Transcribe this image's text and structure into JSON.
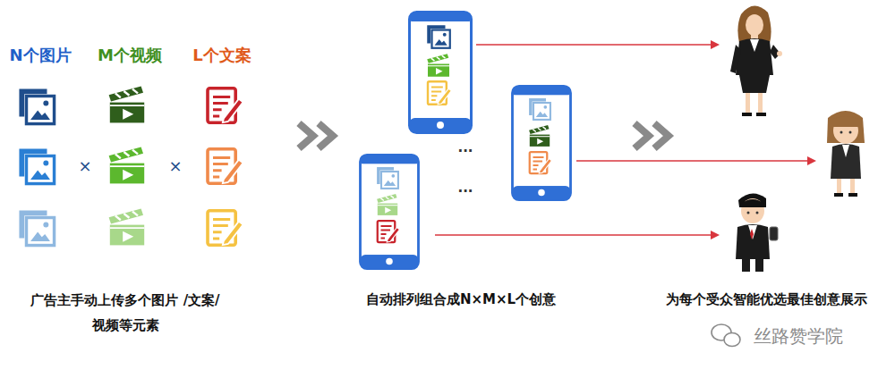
{
  "diagram": {
    "labels": [
      "N个图片",
      "M个视频",
      "L个文案",
      "×",
      "×",
      "广告主手动上传多个图片 /文案/视频等元素",
      "...",
      "...",
      "自动排列组合成N×M×L个创意",
      "为每个受众智能优选最佳创意展示",
      "丝路赞学院"
    ]
  }
}
